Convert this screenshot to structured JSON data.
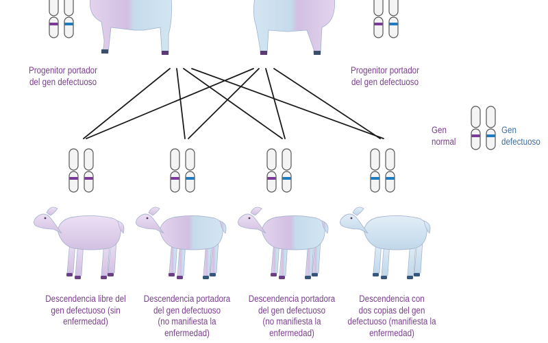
{
  "colors": {
    "normal_allele": "#7c3a98",
    "defective_allele": "#1f7bc0",
    "caption_text": "#7a3f8e",
    "defective_label_text": "#3c6fa6",
    "sheep_lilac": "#d9c8e6",
    "sheep_blue": "#c8dcec",
    "cross_lines": "#1a1a1a"
  },
  "parents": [
    {
      "caption": [
        "Progenitor portador",
        "del gen defectuoso"
      ],
      "alleles": [
        "normal",
        "defective"
      ]
    },
    {
      "caption": [
        "Progenitor portador",
        "del gen defectuoso"
      ],
      "alleles": [
        "normal",
        "defective"
      ]
    }
  ],
  "offspring": [
    {
      "caption": [
        "Descendencia libre del",
        "gen defectuoso (sin",
        "enfermedad)"
      ],
      "alleles": [
        "normal",
        "normal"
      ],
      "coat": "lilac"
    },
    {
      "caption": [
        "Descendencia portadora",
        "del gen defectuoso",
        "(no manifiesta la",
        "enfermedad)"
      ],
      "alleles": [
        "normal",
        "defective"
      ],
      "coat": "half"
    },
    {
      "caption": [
        "Descendencia portadora",
        "del gen defectuoso",
        "(no manifiesta la",
        "enfermedad)"
      ],
      "alleles": [
        "normal",
        "defective"
      ],
      "coat": "half"
    },
    {
      "caption": [
        "Descendencia con",
        "dos copias del gen",
        "defectuoso (manifiesta la",
        "enfermedad)"
      ],
      "alleles": [
        "defective",
        "defective"
      ],
      "coat": "blue"
    }
  ],
  "legend": {
    "normal_label": [
      "Gen",
      "normal"
    ],
    "defective_label": [
      "Gen",
      "defectuoso"
    ]
  }
}
